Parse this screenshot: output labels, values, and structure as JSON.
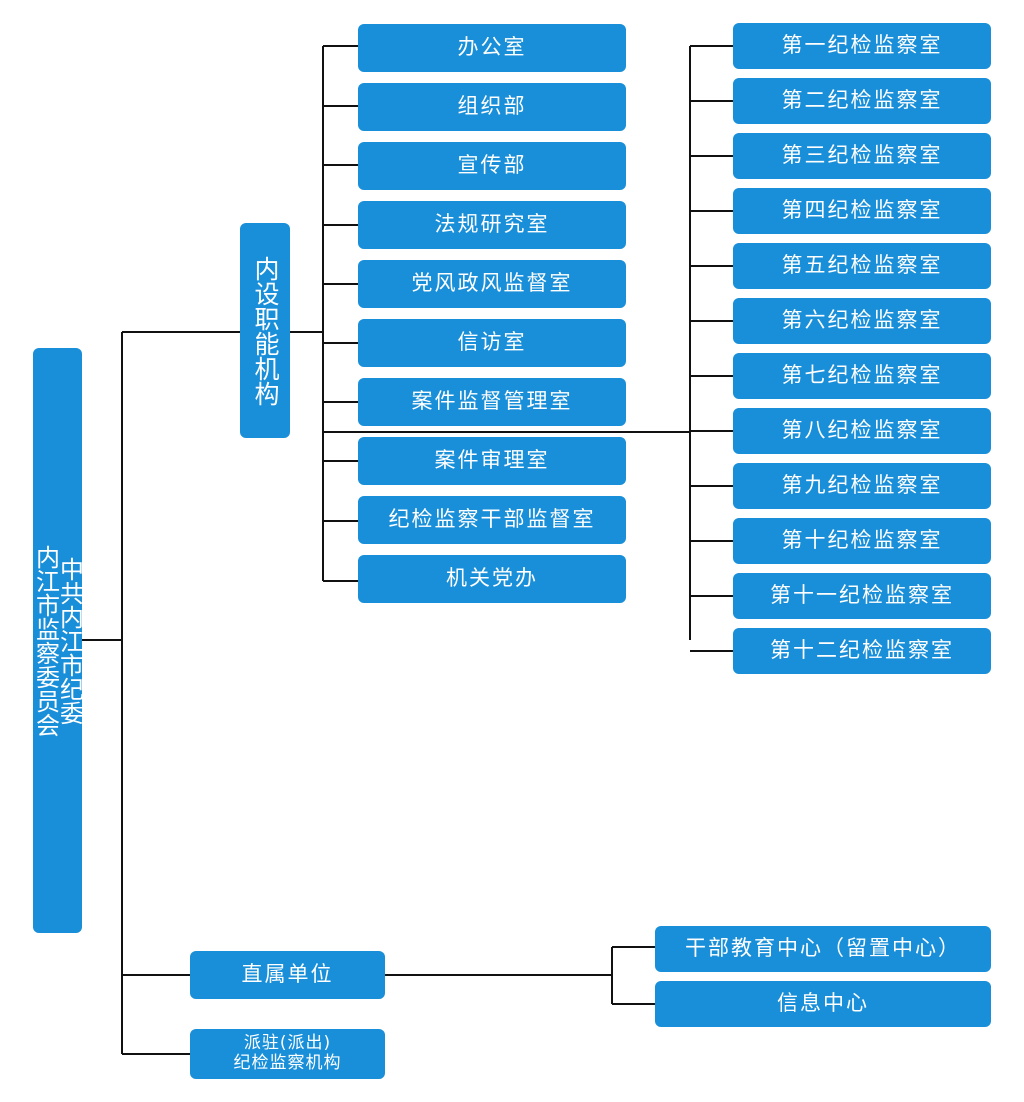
{
  "root": {
    "line1": "中共内江市纪委",
    "line2": "内江市监察委员会"
  },
  "internal": {
    "label": "内设职能机构"
  },
  "departments": [
    "办公室",
    "组织部",
    "宣传部",
    "法规研究室",
    "党风政风监督室",
    "信访室",
    "案件监督管理室",
    "案件审理室",
    "纪检监察干部监督室",
    "机关党办"
  ],
  "inspection_rooms": [
    "第一纪检监察室",
    "第二纪检监察室",
    "第三纪检监察室",
    "第四纪检监察室",
    "第五纪检监察室",
    "第六纪检监察室",
    "第七纪检监察室",
    "第八纪检监察室",
    "第九纪检监察室",
    "第十纪检监察室",
    "第十一纪检监察室",
    "第十二纪检监察室"
  ],
  "direct": {
    "label": "直属单位"
  },
  "direct_units": [
    "干部教育中心（留置中心）",
    "信息中心"
  ],
  "dispatched": {
    "line1": "派驻(派出)",
    "line2": "纪检监察机构"
  },
  "colors": {
    "box": "#1a8fd9",
    "text": "#ffffff",
    "line": "#111111"
  }
}
